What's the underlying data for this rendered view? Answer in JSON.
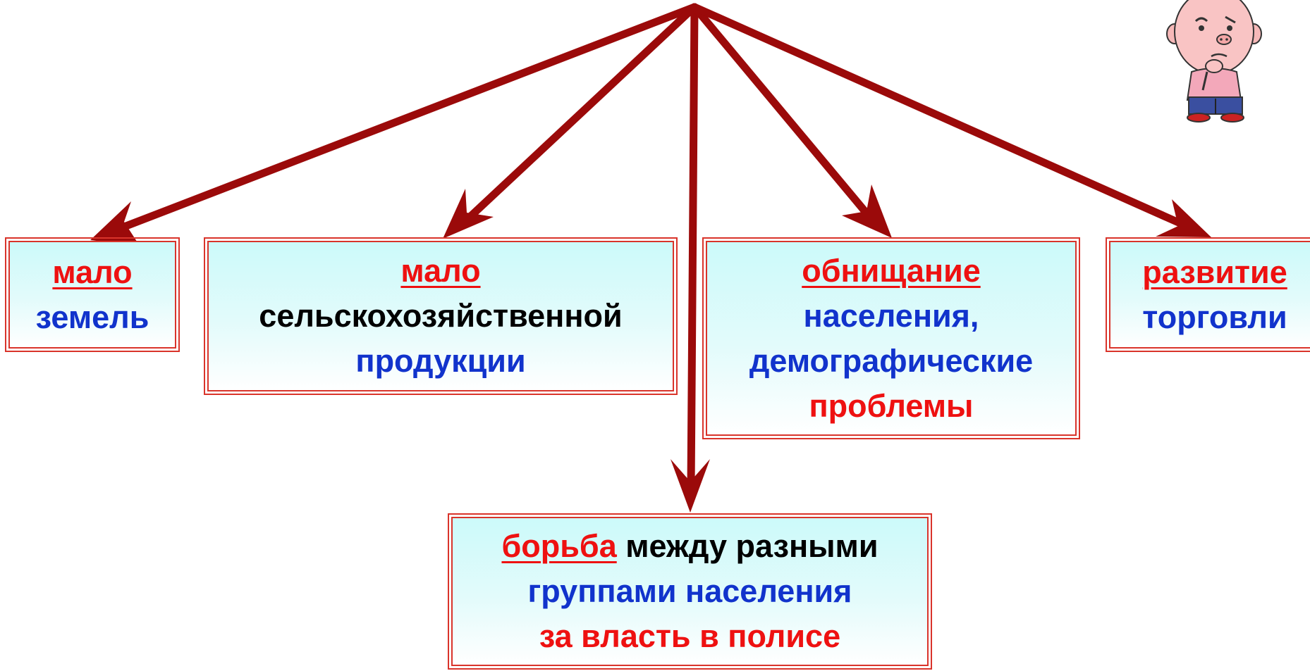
{
  "boxes": [
    {
      "id": "b1",
      "lines": [
        {
          "text": "мало",
          "color": "red",
          "underline": true
        },
        {
          "text": "земель",
          "color": "blue"
        }
      ]
    },
    {
      "id": "b2",
      "lines": [
        {
          "text": "мало",
          "color": "red",
          "underline": true
        },
        {
          "text": "сельскохозяйственной",
          "color": "black"
        },
        {
          "text": "продукции",
          "color": "blue"
        }
      ]
    },
    {
      "id": "b3",
      "lines": [
        {
          "text": "обнищание",
          "color": "red",
          "underline": true
        },
        {
          "text": "населения,",
          "color": "blue"
        },
        {
          "text": "демографические",
          "color": "blue"
        },
        {
          "text": "проблемы",
          "color": "red"
        }
      ]
    },
    {
      "id": "b4",
      "lines": [
        {
          "text": "развитие",
          "color": "red",
          "underline": true
        },
        {
          "text": "торговли",
          "color": "blue"
        }
      ]
    },
    {
      "id": "b5",
      "lines": [
        {
          "segments": [
            {
              "text": "борьба",
              "color": "red",
              "underline": true
            },
            {
              "text": " между разными",
              "color": "black"
            }
          ]
        },
        {
          "text": "группами населения",
          "color": "blue"
        },
        {
          "text": "за власть в полисе",
          "color": "red"
        }
      ]
    }
  ],
  "colors": {
    "arrow": "#9b0a0a",
    "box_border": "#d9342b",
    "red": "#ee1111",
    "blue": "#1133cc",
    "black": "#000000"
  },
  "illustration": {
    "icon": "thinking-boy-icon"
  }
}
